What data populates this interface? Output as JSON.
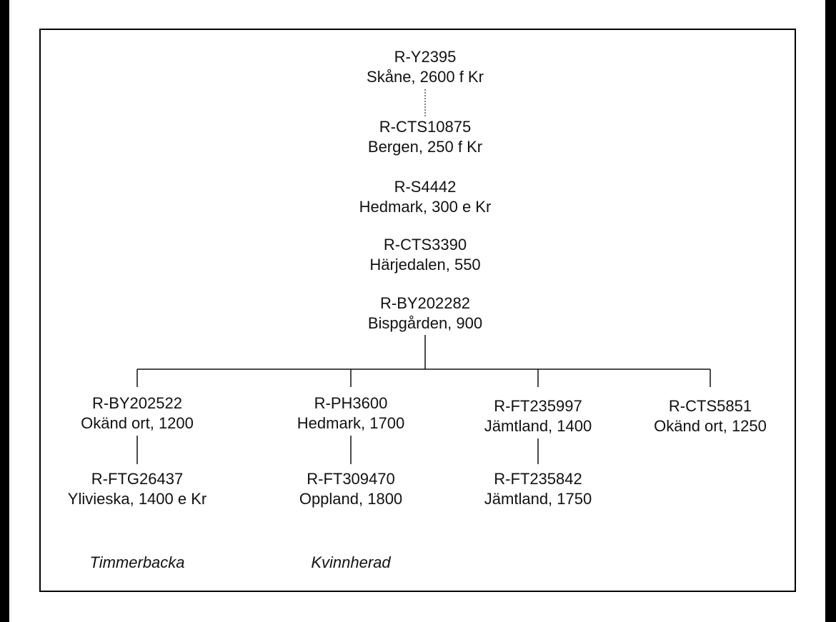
{
  "tree": {
    "nodes": [
      {
        "id": "n1",
        "code": "R-Y2395",
        "place": "Skåne, 2600 f Kr"
      },
      {
        "id": "n2",
        "code": "R-CTS10875",
        "place": "Bergen, 250 f Kr"
      },
      {
        "id": "n3",
        "code": "R-S4442",
        "place": "Hedmark, 300 e Kr"
      },
      {
        "id": "n4",
        "code": "R-CTS3390",
        "place": "Härjedalen, 550"
      },
      {
        "id": "n5",
        "code": "R-BY202282",
        "place": "Bispgården, 900"
      },
      {
        "id": "n6",
        "code": "R-BY202522",
        "place": "Okänd ort, 1200"
      },
      {
        "id": "n7",
        "code": "R-PH3600",
        "place": "Hedmark, 1700"
      },
      {
        "id": "n8",
        "code": "R-FT235997",
        "place": "Jämtland, 1400"
      },
      {
        "id": "n9",
        "code": "R-CTS5851",
        "place": "Okänd ort, 1250"
      },
      {
        "id": "n10",
        "code": "R-FTG26437",
        "place": "Ylivieska, 1400 e Kr"
      },
      {
        "id": "n11",
        "code": "R-FT309470",
        "place": "Oppland, 1800"
      },
      {
        "id": "n12",
        "code": "R-FT235842",
        "place": "Jämtland, 1750"
      }
    ],
    "edges": [
      {
        "from": "n1",
        "to": "n2",
        "style": "dotted"
      },
      {
        "from": "n5",
        "to": "n6",
        "style": "solid"
      },
      {
        "from": "n5",
        "to": "n7",
        "style": "solid"
      },
      {
        "from": "n5",
        "to": "n8",
        "style": "solid"
      },
      {
        "from": "n5",
        "to": "n9",
        "style": "solid"
      },
      {
        "from": "n6",
        "to": "n10",
        "style": "solid"
      },
      {
        "from": "n7",
        "to": "n11",
        "style": "solid"
      },
      {
        "from": "n8",
        "to": "n12",
        "style": "solid"
      }
    ],
    "group_labels": [
      "Timmerbacka",
      "Kvinnherad"
    ]
  },
  "colors": {
    "background": "#000000",
    "page": "#ffffff",
    "ink": "#111111"
  }
}
